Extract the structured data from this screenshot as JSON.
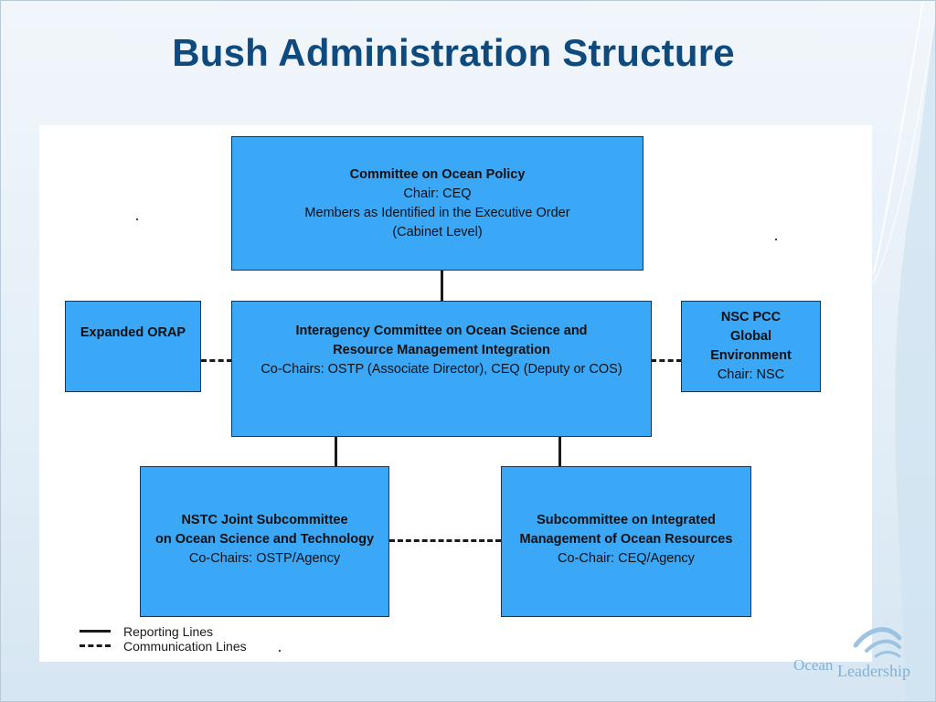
{
  "slide": {
    "title": "Bush Administration Structure"
  },
  "colors": {
    "title": "#0f4a7e",
    "box_fill": "#3aa7f7",
    "box_border": "#1d3347",
    "panel": "#ffffff"
  },
  "boxes": {
    "cop": {
      "name": "Committee on Ocean Policy",
      "chair": "Chair: CEQ",
      "members": "Members as Identified in the Executive Order",
      "level": "(Cabinet Level)"
    },
    "orap": {
      "name": "Expanded ORAP"
    },
    "icos": {
      "line1": "Interagency Committee on Ocean Science and",
      "line2": "Resource Management Integration",
      "cochairs": "Co-Chairs: OSTP (Associate Director), CEQ (Deputy or COS)"
    },
    "nsc": {
      "line1": "NSC PCC",
      "line2": "Global",
      "line3": "Environment",
      "chair": "Chair: NSC"
    },
    "nstc": {
      "line1": "NSTC Joint Subcommittee",
      "line2": "on Ocean Science and Technology",
      "cochairs": "Co-Chairs: OSTP/Agency"
    },
    "simor": {
      "line1": "Subcommittee on Integrated",
      "line2": "Management of Ocean Resources",
      "cochair": "Co-Chair: CEQ/Agency"
    }
  },
  "legend": {
    "reporting": "Reporting Lines",
    "communication": "Communication Lines"
  },
  "logo": {
    "word1": "Ocean",
    "word2": "Leadership"
  }
}
